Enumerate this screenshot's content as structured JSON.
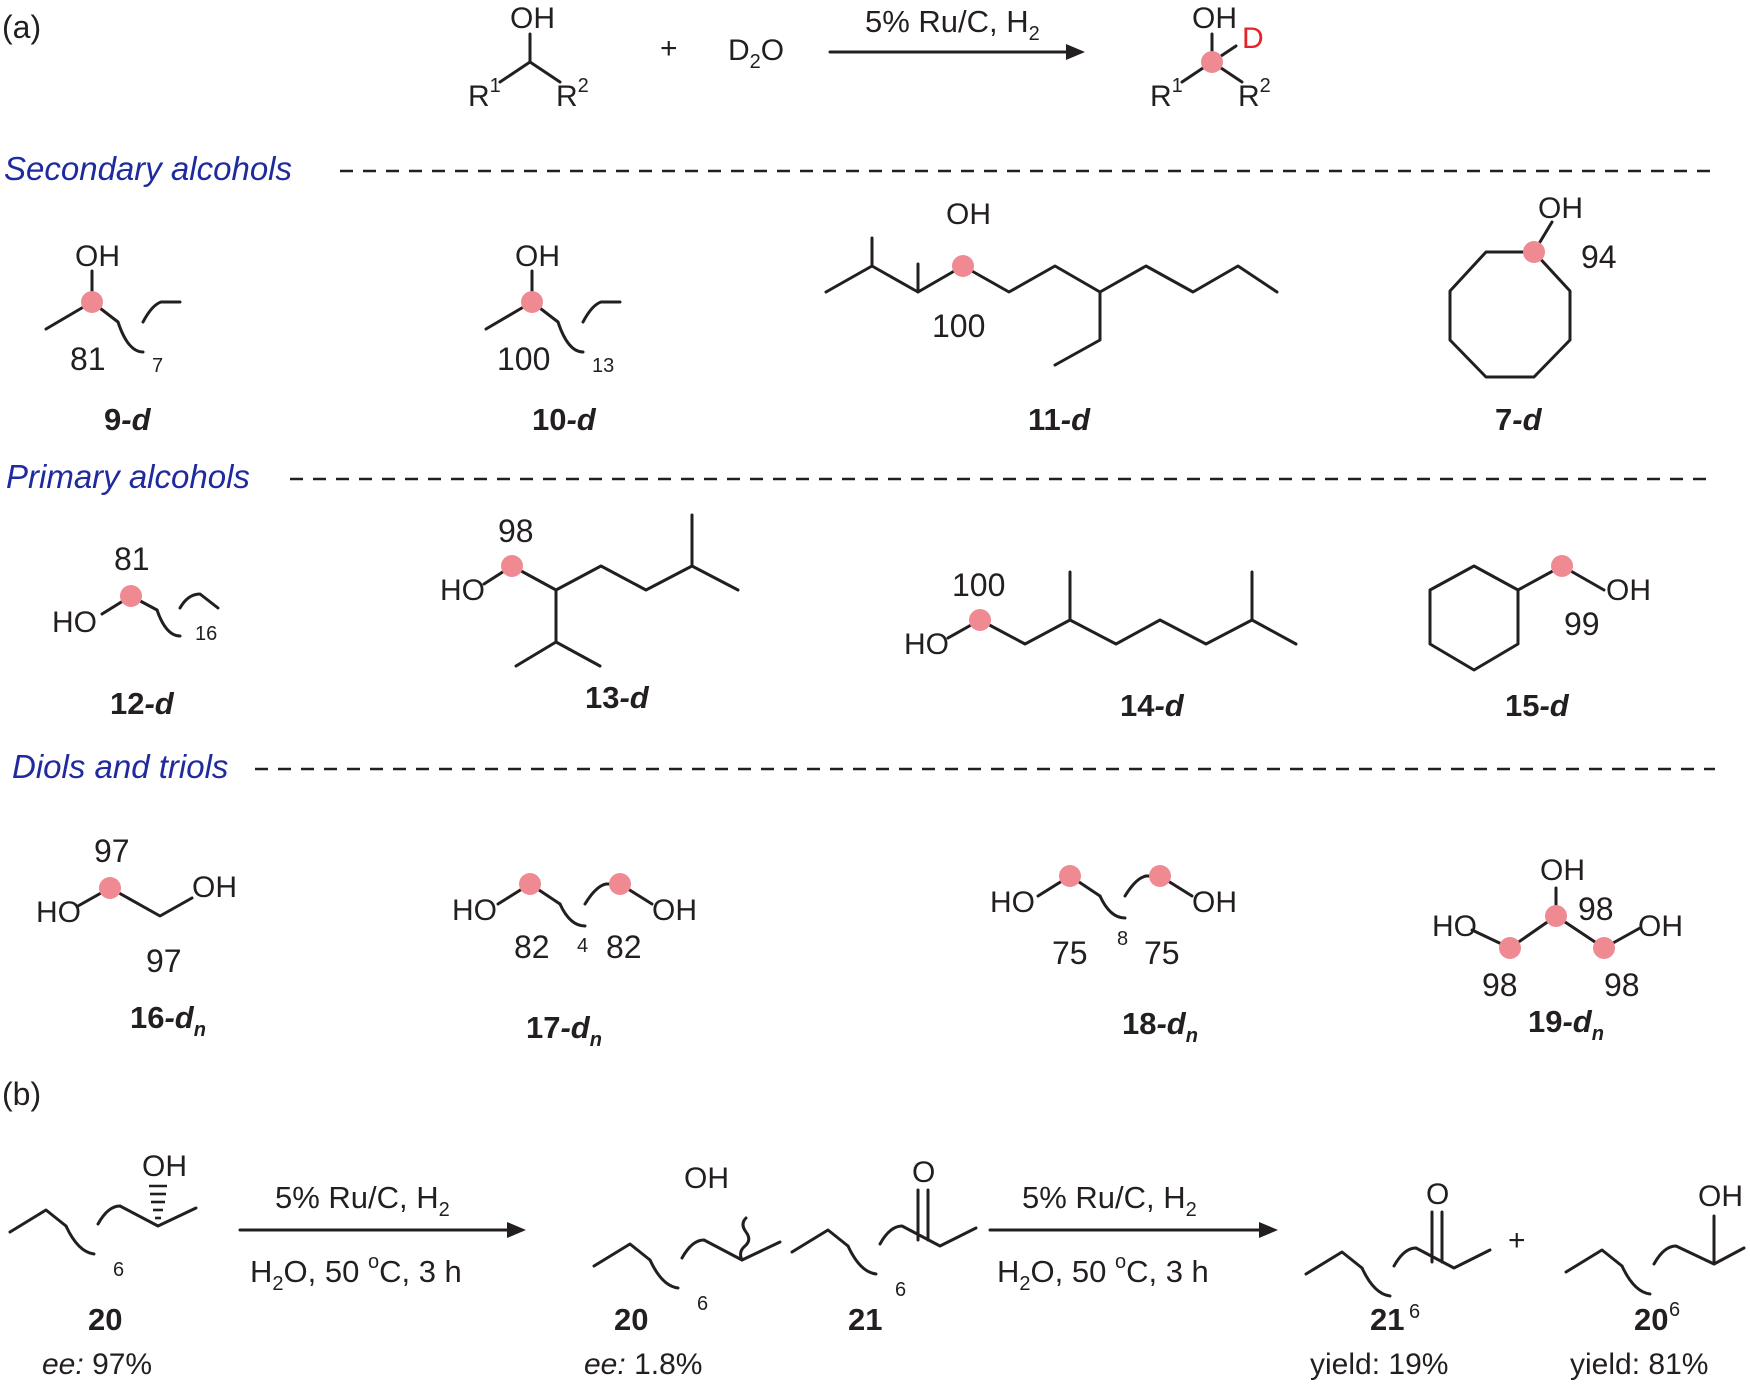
{
  "panel_a": {
    "label": "(a)",
    "reaction": {
      "OH": "OH",
      "R1": "R",
      "R1_sup": "1",
      "R2": "R",
      "R2_sup": "2",
      "plus": "+",
      "D2O_D": "D",
      "D2O_sub": "2",
      "D2O_O": "O",
      "arrow_text": "5% Ru/C, H",
      "arrow_sub": "2",
      "D": "D"
    },
    "headers": {
      "secondary": "Secondary alcohols",
      "primary": "Primary alcohols",
      "diols": "Diols and triols"
    },
    "compounds": [
      {
        "id": "9",
        "suffix": "-d",
        "sub": "",
        "repeat": "7",
        "deuteration": [
          "81"
        ]
      },
      {
        "id": "10",
        "suffix": "-d",
        "sub": "",
        "repeat": "13",
        "deuteration": [
          "100"
        ]
      },
      {
        "id": "11",
        "suffix": "-d",
        "sub": "",
        "deuteration": [
          "100"
        ]
      },
      {
        "id": "7",
        "suffix": "-d",
        "sub": "",
        "deuteration": [
          "94"
        ]
      },
      {
        "id": "12",
        "suffix": "-d",
        "sub": "",
        "repeat": "16",
        "deuteration": [
          "81"
        ]
      },
      {
        "id": "13",
        "suffix": "-d",
        "sub": "",
        "deuteration": [
          "98"
        ]
      },
      {
        "id": "14",
        "suffix": "-d",
        "sub": "",
        "deuteration": [
          "100"
        ]
      },
      {
        "id": "15",
        "suffix": "-d",
        "sub": "",
        "deuteration": [
          "99"
        ]
      },
      {
        "id": "16",
        "suffix": "-d",
        "sub": "n",
        "deuteration": [
          "97",
          "97"
        ]
      },
      {
        "id": "17",
        "suffix": "-d",
        "sub": "n",
        "repeat": "4",
        "deuteration": [
          "82",
          "82"
        ]
      },
      {
        "id": "18",
        "suffix": "-d",
        "sub": "n",
        "repeat": "8",
        "deuteration": [
          "75",
          "75"
        ]
      },
      {
        "id": "19",
        "suffix": "-d",
        "sub": "n",
        "deuteration": [
          "98",
          "98",
          "98"
        ]
      }
    ],
    "atoms": {
      "OH": "OH",
      "HO": "HO"
    }
  },
  "panel_b": {
    "label": "(b)",
    "conditions_top": "5% Ru/C, H",
    "conditions_top_sub": "2",
    "conditions_bottom_a": "H",
    "conditions_bottom_sub": "2",
    "conditions_bottom_b": "O, 50 ",
    "conditions_bottom_sup": "o",
    "conditions_bottom_c": "C, 3 h",
    "repeat": "6",
    "O": "O",
    "plus": "+",
    "ee_label": "ee:",
    "items": [
      {
        "id": "20",
        "value_label": "",
        "value": "97%"
      },
      {
        "id": "20",
        "value_label": "",
        "value": "1.8%"
      },
      {
        "id": "21",
        "value_label": "",
        "value": ""
      },
      {
        "id": "21",
        "value_label": "yield:",
        "value": "19%"
      },
      {
        "id": "20",
        "value_label": "yield:",
        "value": "81%"
      }
    ]
  },
  "colors": {
    "accent_header": "#1f2a9e",
    "deuterium_dot": "#f08a92",
    "deuterium_label": "#e3242b"
  }
}
